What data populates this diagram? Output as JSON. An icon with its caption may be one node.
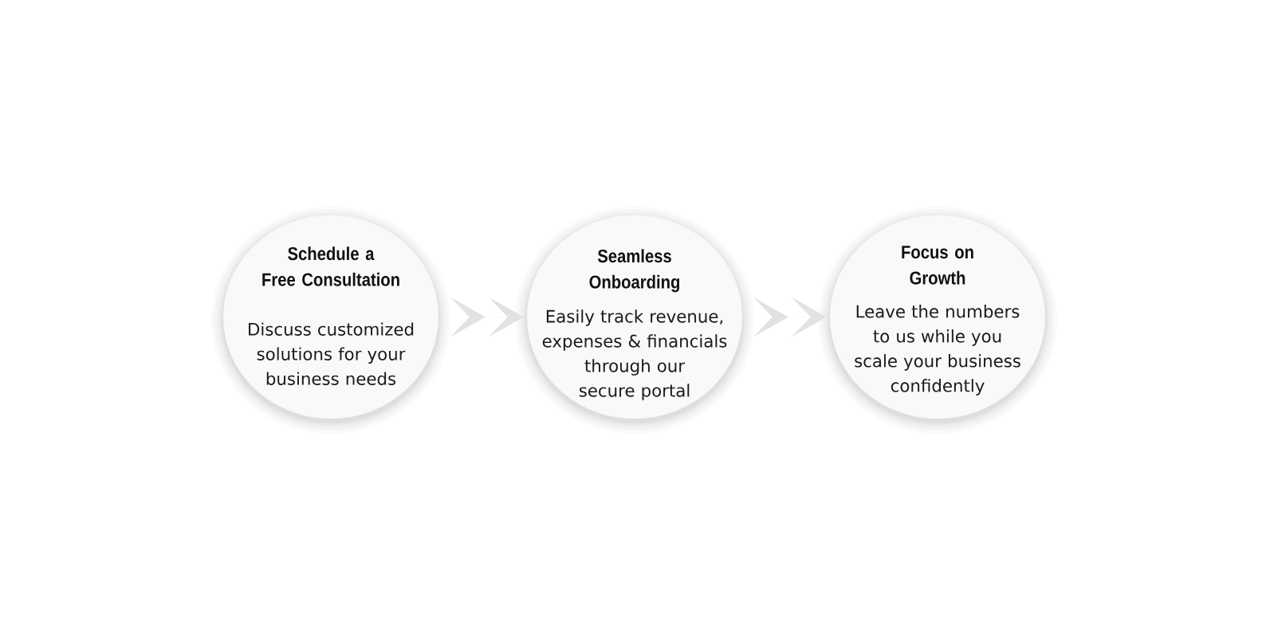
{
  "diagram": {
    "nodes": [
      {
        "text": [
          "Schedule a Free Consultation",
          "Discuss customized solutions for your business needs"
        ]
      },
      {
        "text": [
          "Seamless Onboarding",
          "Easily track revenue, expenses & financials through our secure portal"
        ]
      },
      {
        "text": [
          "Focus on Growth",
          "Leave the numbers to us while you scale your business confidently"
        ]
      }
    ],
    "edges": [
      {
        "from": 0,
        "to": 1,
        "arrow": "to"
      },
      {
        "from": 1,
        "to": 2,
        "arrow": "to"
      }
    ]
  }
}
